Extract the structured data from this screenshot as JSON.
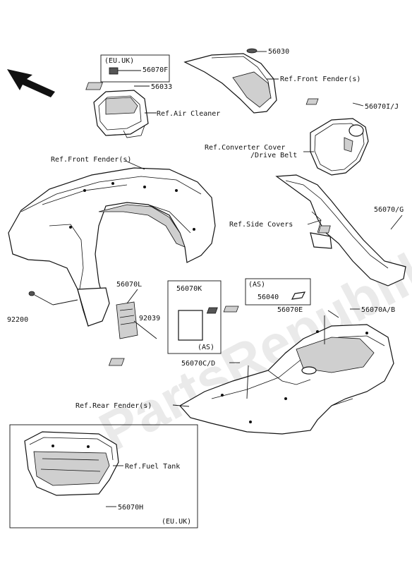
{
  "watermark": "PartsRepublik",
  "labels": {
    "eu_uk_top": "(EU.UK)",
    "p56070F": "56070F",
    "p56033": "56033",
    "ref_air_cleaner": "Ref.Air Cleaner",
    "p56030": "56030",
    "ref_front_fender_top": "Ref.Front Fender(s)",
    "p56070IJ": "56070I/J",
    "ref_converter_cover": "Ref.Converter Cover",
    "drive_belt": "/Drive Belt",
    "ref_front_fender_left": "Ref.Front Fender(s)",
    "p56070G": "56070/G",
    "ref_side_covers": "Ref.Side Covers",
    "p56070L": "56070L",
    "p56070K": "56070K",
    "as_box_k": "(AS)",
    "p92039": "92039",
    "p92200": "92200",
    "as_box_40": "(AS)",
    "p56040": "56040",
    "p56070E": "56070E",
    "p56070AB": "56070A/B",
    "p56070CD": "56070C/D",
    "ref_rear_fender": "Ref.Rear Fender(s)",
    "ref_fuel_tank": "Ref.Fuel Tank",
    "p56070H": "56070H",
    "eu_uk_bottom": "(EU.UK)"
  }
}
